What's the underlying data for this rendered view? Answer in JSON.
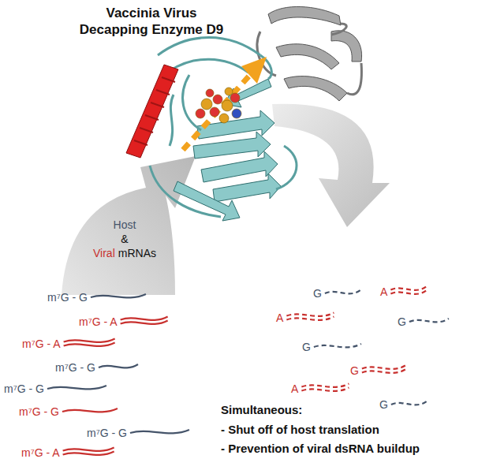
{
  "diagram": {
    "title": "Vaccinia Virus Decapping Enzyme D9",
    "nodes": [
      {
        "text": [
          "Host",
          "&",
          "Viral",
          "mRNAs"
        ]
      }
    ],
    "labels": [
      "m⁷G - G",
      "m⁷G - A",
      "m⁷G - A",
      "m⁷G - G",
      "m⁷G - G",
      "m⁷G - G",
      "m⁷G - G",
      "m⁷G - A",
      "G",
      "A",
      "A",
      "G",
      "G",
      "G",
      "A",
      "G",
      "Simultaneous:",
      "- Shut off of host translation",
      "- Prevention of viral dsRNA buildup"
    ]
  }
}
